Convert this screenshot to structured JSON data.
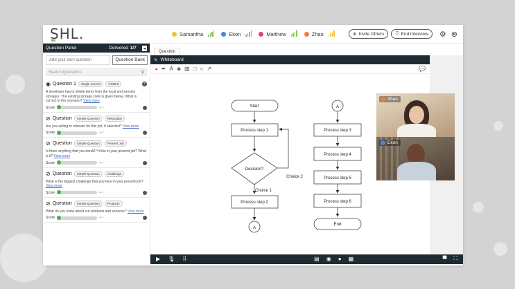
{
  "header": {
    "logo": "SHL.",
    "participants": [
      {
        "name": "Samantha",
        "color": "#f2c13b",
        "signal": "#8bc34a"
      },
      {
        "name": "Ekon",
        "color": "#4a86d6",
        "signal": "#8bc34a"
      },
      {
        "name": "Matthew",
        "color": "#e0457b",
        "signal": "#8bc34a"
      },
      {
        "name": "Zhao",
        "color": "#ee7d3b",
        "signal": "#f2c13b"
      }
    ],
    "invite_label": "Invite Others",
    "end_label": "End Interview",
    "settings_icon": "gear-icon",
    "close_icon": "close-icon"
  },
  "panel": {
    "title": "Question Panel",
    "delivered_label": "Delivered",
    "delivered_count": "1/7",
    "own_question_placeholder": "Add your own question",
    "question_bank_label": "Question Bank",
    "search_placeholder": "Search Questions",
    "questions": [
      {
        "title": "Question 1",
        "tags": [
          "Single Correct",
          "HTML5"
        ],
        "text": "A developer has to delete items from the local and session storages. The existing storage code is given below. What is correct in this scenario?",
        "view_more": "View more",
        "score_label": "Score",
        "active": true
      },
      {
        "title": "Question",
        "tags": [
          "Simple Question",
          "Relocation"
        ],
        "text": "Are you willing to relocate for this job, if selected?",
        "view_more": "View more",
        "score_label": "Score",
        "active": false
      },
      {
        "title": "Question",
        "tags": [
          "Simple Question",
          "Present Job"
        ],
        "text": "Is there anything that you donâ€™t like in your present job? What is it?",
        "view_more": "View more",
        "score_label": "Score",
        "active": false
      },
      {
        "title": "Question",
        "tags": [
          "Simple Question",
          "Challenge"
        ],
        "text": "What is the biggest challenge that you face in your present job?",
        "view_more": "View more",
        "score_label": "Score",
        "active": false
      },
      {
        "title": "Question",
        "tags": [
          "Simple Question",
          "Products"
        ],
        "text": "What do you know about our products and services?",
        "view_more": "View more",
        "score_label": "Score",
        "active": false
      }
    ]
  },
  "tabs": {
    "question": "Question"
  },
  "whiteboard": {
    "title": "Whiteboard",
    "flow": {
      "start": "Start",
      "step1": "Process step 1",
      "decision": "Decision?",
      "choice1": "Choice 1",
      "choice2": "Choice 2",
      "step2": "Process step 2",
      "connector": "A",
      "step3": "Process step 3",
      "step4": "Process step 4",
      "step5": "Process step 5",
      "step6": "Process step 6",
      "end": "End"
    }
  },
  "videos": [
    {
      "name": "Zhao",
      "color": "#ee7d3b"
    },
    {
      "name": "Ekon",
      "color": "#4a86d6"
    }
  ]
}
